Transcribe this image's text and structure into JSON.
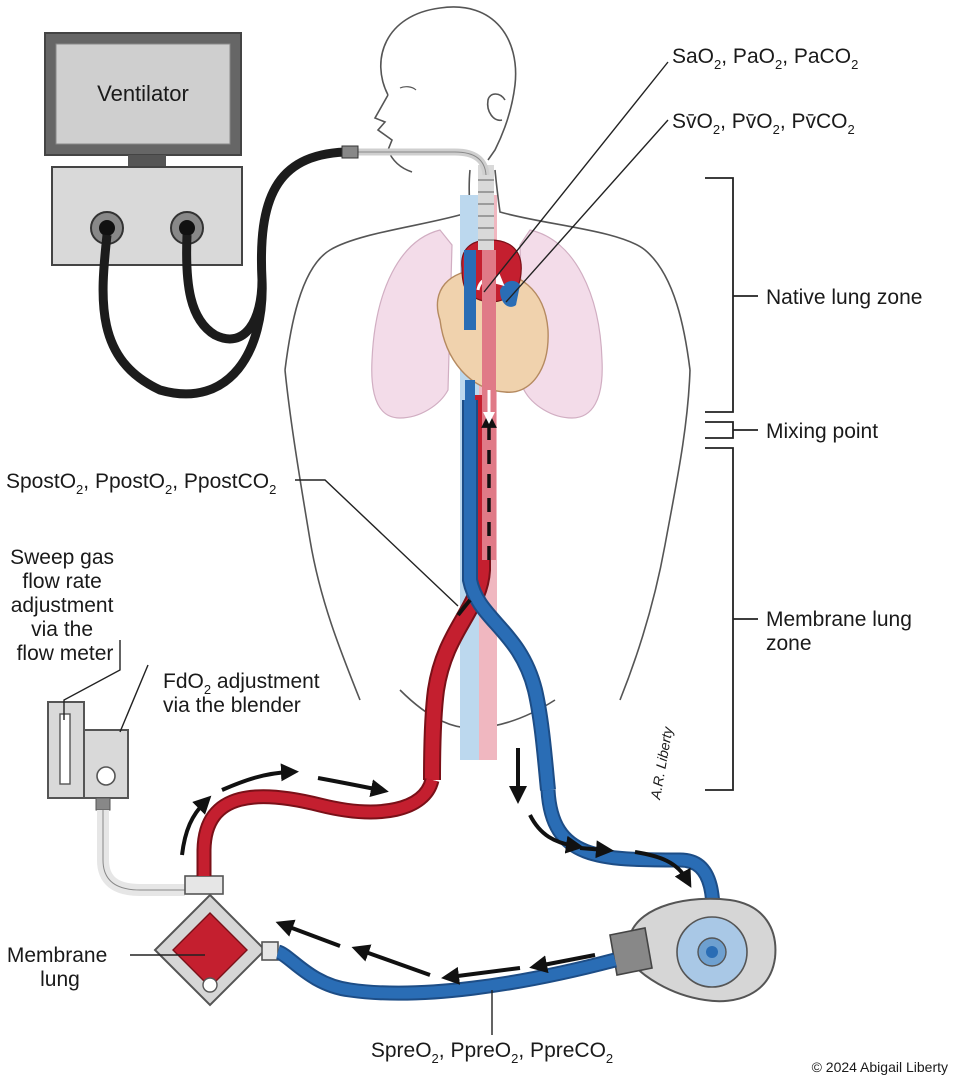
{
  "ventilator": {
    "label": "Ventilator"
  },
  "labels": {
    "arterial": [
      "SaO",
      "2",
      ", PaO",
      "2",
      ", PaCO",
      "2"
    ],
    "venous": [
      "Sv̄O",
      "2",
      ", Pv̄O",
      "2",
      ", Pv̄CO",
      "2"
    ],
    "post": [
      "SpostO",
      "2",
      ", PpostO",
      "2",
      ", PpostCO",
      "2"
    ],
    "pre": [
      "SpreO",
      "2",
      ", PpreO",
      "2",
      ", PpreCO",
      "2"
    ],
    "sweep": [
      "Sweep gas",
      "flow rate",
      "adjustment",
      "via the",
      "flow meter"
    ],
    "fdo2": {
      "line1": [
        "FdO",
        "2",
        " adjustment"
      ],
      "line2": "via the blender"
    },
    "membrane_lung": [
      "Membrane",
      "lung"
    ]
  },
  "zones": {
    "native": "Native lung zone",
    "mixing": "Mixing point",
    "membrane": [
      "Membrane lung",
      "zone"
    ]
  },
  "signature": "A.R. Liberty",
  "copyright": "© 2024 Abigail Liberty",
  "colors": {
    "arterial_red": "#c41f2f",
    "venous_blue": "#2a6db5",
    "lung_pink": "#f2d6e6",
    "heart_tan": "#f0d2ad",
    "device_gray": "#d6d6d6",
    "tubing_black": "#1c1c1c"
  }
}
